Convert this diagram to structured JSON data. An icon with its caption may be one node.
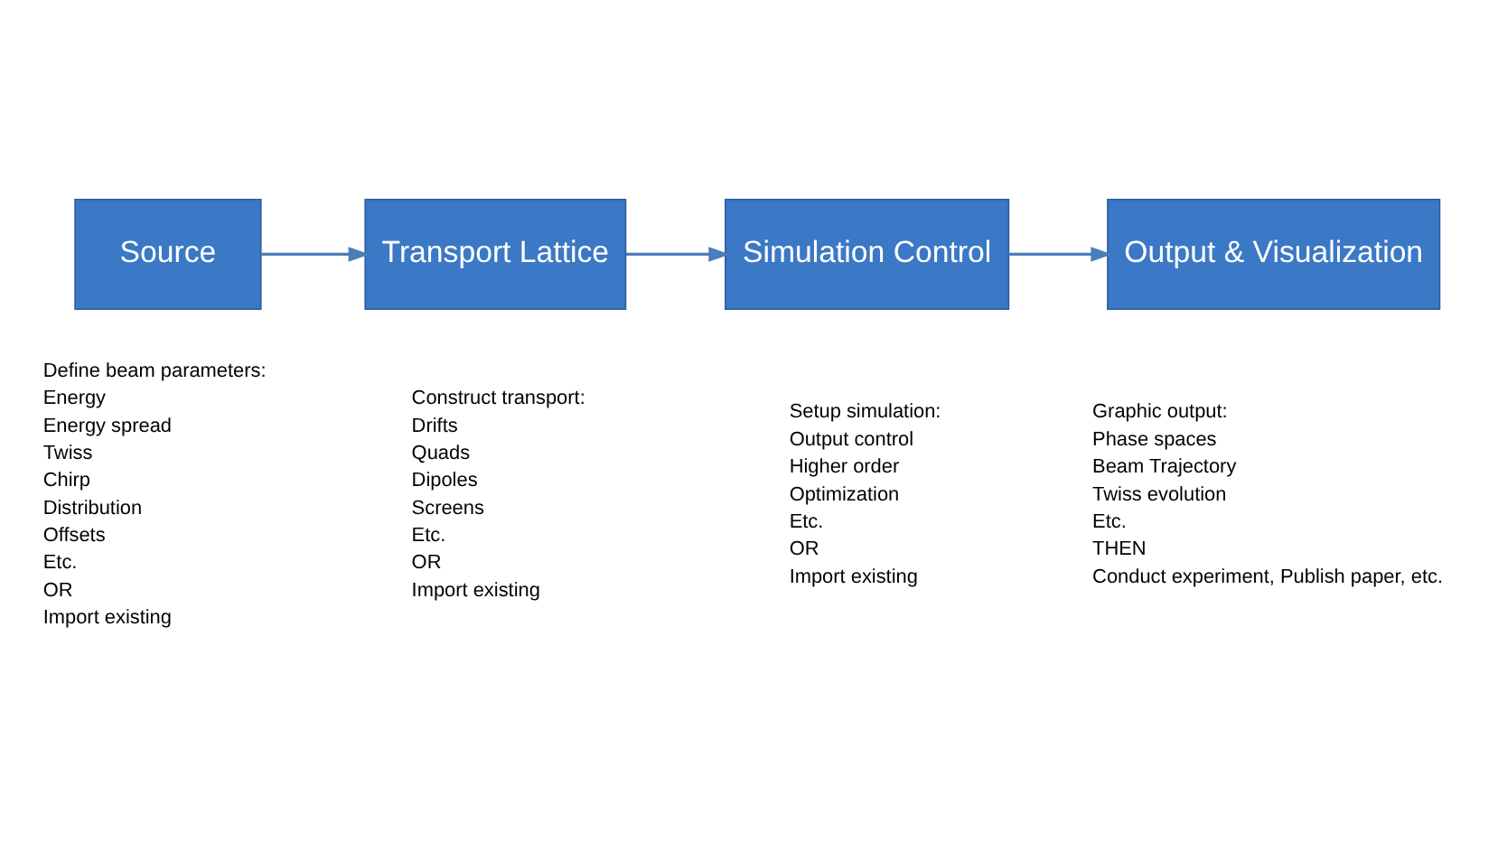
{
  "diagram": {
    "nodes": [
      {
        "text": [
          "Source"
        ],
        "beside": [
          "Define beam parameters:",
          "Energy",
          "Energy spread",
          "Twiss",
          "Chirp",
          "Distribution",
          "Offsets",
          "Etc.",
          "OR",
          "Import existing"
        ]
      },
      {
        "text": [
          "Transport Lattice"
        ],
        "beside": [
          "Construct transport:",
          "Drifts",
          "Quads",
          "Dipoles",
          "Screens",
          "Etc.",
          "OR",
          "Import existing"
        ]
      },
      {
        "text": [
          "Simulation Control"
        ],
        "beside": [
          "Setup simulation:",
          "Output control",
          "Higher order",
          "Optimization",
          "Etc.",
          "OR",
          "Import existing"
        ]
      },
      {
        "text": [
          "Output & Visualization"
        ],
        "beside": [
          "Graphic output:",
          "Phase spaces",
          "Beam Trajectory",
          "Twiss evolution",
          "Etc.",
          "THEN",
          "Conduct experiment, Publish paper, etc."
        ]
      }
    ],
    "edges": [
      {
        "from": 0,
        "to": 1,
        "arrow": "to"
      },
      {
        "from": 1,
        "to": 2,
        "arrow": "to"
      },
      {
        "from": 2,
        "to": 3,
        "arrow": "to"
      }
    ]
  }
}
